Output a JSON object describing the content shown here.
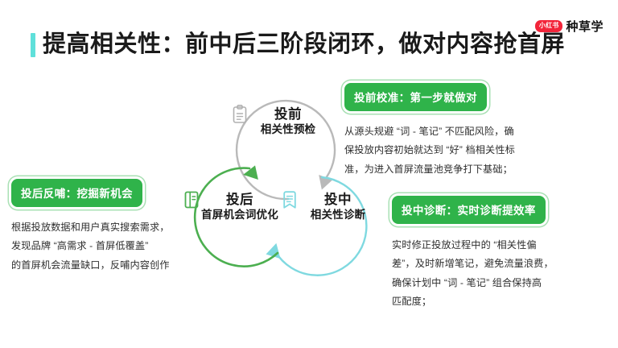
{
  "brand": {
    "badge": "小红书",
    "name": "种草学",
    "badge_color": "#f2253a"
  },
  "title": {
    "text": "提高相关性：前中后三阶段闭环，做对内容抢首屏",
    "accent_color": "#5fe0da"
  },
  "theme": {
    "green": "#2fb34a",
    "green_circle": "#4caf50",
    "cyan_circle": "#7fd9e0",
    "gray_circle": "#b5b5b5"
  },
  "panels": {
    "pre": {
      "pill": "投前校准：第一步就做对",
      "lines": [
        "从源头规避 “词 - 笔记” 不匹配风险，确",
        "保投放内容初始就达到 “好” 档相关性标",
        "准，为进入首屏流量池竞争打下基础；"
      ]
    },
    "post": {
      "pill": "投后反哺：挖掘新机会",
      "lines": [
        "根据投放数据和用户真实搜索需求，",
        "发现品牌 “高需求 - 首屏低覆盖”",
        "的首屏机会流量缺口，反哺内容创作"
      ]
    },
    "mid": {
      "pill": "投中诊断：实时诊断提效率",
      "lines": [
        "实时修正投放过程中的 “相关性偏",
        "差”，及时新增笔记，避免流量浪费，",
        "确保计划中 “词 - 笔记” 组合保持高",
        "匹配度；"
      ]
    }
  },
  "diagram": {
    "nodes": [
      {
        "key": "pre",
        "icon": "clipboard-icon",
        "title": "投前",
        "subtitle": "相关性预检",
        "color": "#b5b5b5"
      },
      {
        "key": "post",
        "icon": "book-icon",
        "title": "投后",
        "subtitle": "首屏机会词优化",
        "color": "#4caf50"
      },
      {
        "key": "mid",
        "icon": "note-bookmark-icon",
        "title": "投中",
        "subtitle": "相关性诊断",
        "color": "#7fd9e0"
      }
    ]
  }
}
